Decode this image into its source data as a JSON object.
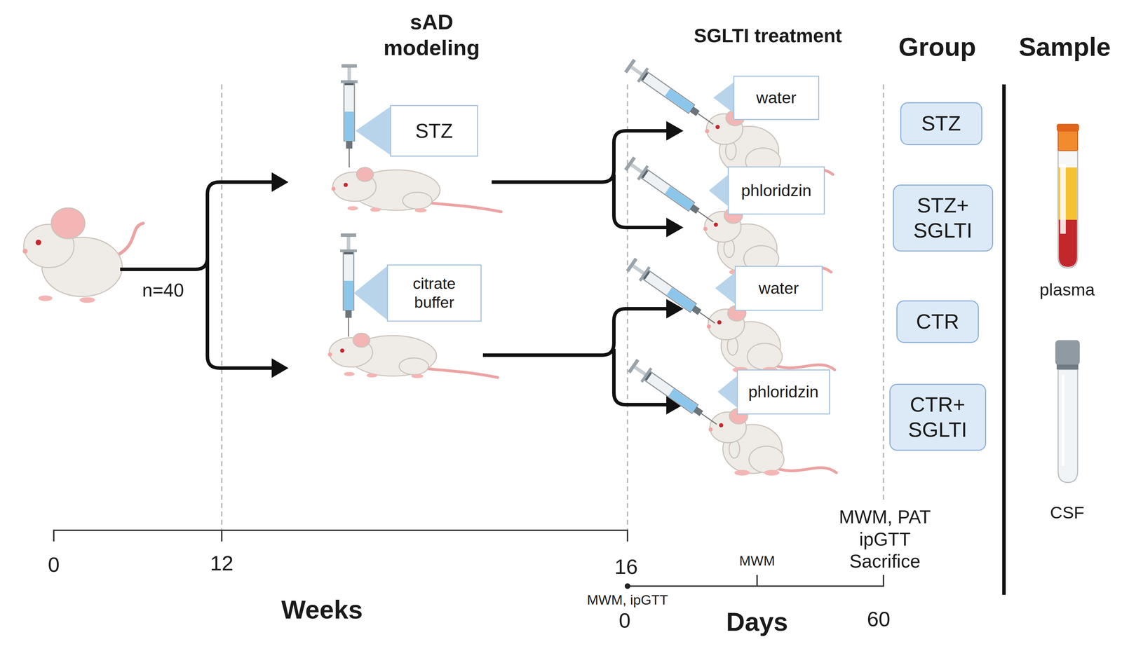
{
  "diagram": {
    "nodes": [
      {
        "text": [
          "STZ"
        ]
      },
      {
        "text": [
          "citrate buffer"
        ]
      },
      {
        "text": [
          "water"
        ]
      },
      {
        "text": [
          "phloridzin"
        ]
      },
      {
        "text": [
          "water"
        ]
      },
      {
        "text": [
          "phloridzin"
        ]
      },
      {
        "text": [
          "STZ"
        ]
      },
      {
        "text": [
          "STZ+ SGLTI"
        ]
      },
      {
        "text": [
          "CTR"
        ]
      },
      {
        "text": [
          "CTR+ SGLTI"
        ]
      }
    ],
    "labels": [
      "sAD modeling",
      "SGLTI treatment",
      "Group",
      "Sample",
      "n=40",
      "plasma",
      "CSF",
      "0",
      "12",
      "16",
      "Weeks",
      "MWM, ipGTT",
      "0",
      "MWM",
      "MWM, PAT ipGTT Sacrifice",
      "Days",
      "60"
    ]
  }
}
